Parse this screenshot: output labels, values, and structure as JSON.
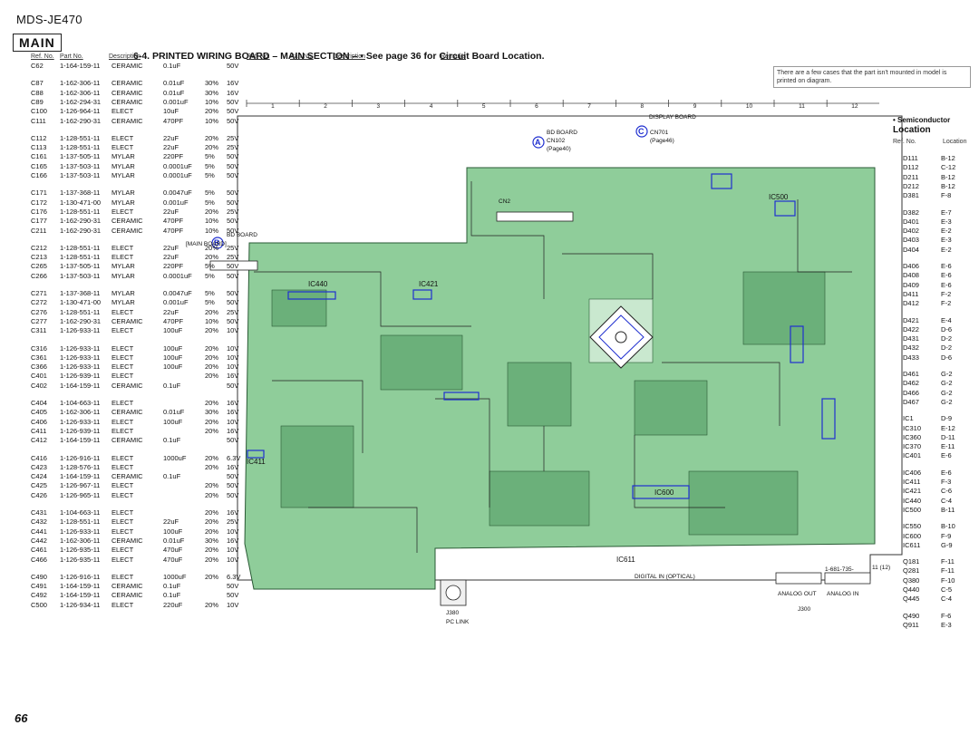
{
  "model": "MDS-JE470",
  "section": "MAIN",
  "heading": "6-4. PRINTED WIRING BOARD – MAIN SECTION –  • See page 36 for Circuit Board Location.",
  "columns": [
    "Ref. No.",
    "Part No.",
    "Description",
    "Ref. No.",
    "Part No.",
    "Description",
    "Remarks"
  ],
  "note": "There are a few cases that the part isn't mounted in model is printed on diagram.",
  "page_number": "66",
  "grid_columns": [
    "1",
    "2",
    "3",
    "4",
    "5",
    "6",
    "7",
    "8",
    "9",
    "10",
    "11",
    "12"
  ],
  "board_labels": {
    "bd_board": "BD BOARD",
    "cn102": "CN102",
    "page40": "(Page40)",
    "display_board": "DISPLAY BOARD",
    "cn701": "CN701",
    "page46": "(Page46)",
    "main_board": "[MAIN BOARD]",
    "bd_board2": "BD BOARD",
    "ic440": "IC440",
    "ic421": "IC421",
    "ic500": "IC500",
    "ic411": "IC411",
    "ic611": "IC611",
    "ic600": "IC600",
    "digital_in": "DIGITAL IN (OPTICAL)",
    "analog_out": "ANALOG OUT",
    "analog_in": "ANALOG IN",
    "pc_link": "PC LINK",
    "j300": "J300",
    "j380": "J380",
    "board_no": "1-681-735-",
    "sheet": "11 (12)",
    "cn2": "CN2"
  },
  "parts": [
    [
      "C62",
      "1-164-159-11",
      "CERAMIC",
      "0.1uF",
      "",
      "50V"
    ],
    [
      "C87",
      "1-162-306-11",
      "CERAMIC",
      "0.01uF",
      "30%",
      "16V"
    ],
    [
      "C88",
      "1-162-306-11",
      "CERAMIC",
      "0.01uF",
      "30%",
      "16V"
    ],
    [
      "C89",
      "1-162-294-31",
      "CERAMIC",
      "0.001uF",
      "10%",
      "50V"
    ],
    [
      "C100",
      "1-126-964-11",
      "ELECT",
      "10uF",
      "20%",
      "50V"
    ],
    [
      "C111",
      "1-162-290-31",
      "CERAMIC",
      "470PF",
      "10%",
      "50V"
    ],
    [
      "C112",
      "1-128-551-11",
      "ELECT",
      "22uF",
      "20%",
      "25V"
    ],
    [
      "C113",
      "1-128-551-11",
      "ELECT",
      "22uF",
      "20%",
      "25V"
    ],
    [
      "C161",
      "1-137-505-11",
      "MYLAR",
      "220PF",
      "5%",
      "50V"
    ],
    [
      "C165",
      "1-137-503-11",
      "MYLAR",
      "0.0001uF",
      "5%",
      "50V"
    ],
    [
      "C166",
      "1-137-503-11",
      "MYLAR",
      "0.0001uF",
      "5%",
      "50V"
    ],
    [
      "C171",
      "1-137-368-11",
      "MYLAR",
      "0.0047uF",
      "5%",
      "50V"
    ],
    [
      "C172",
      "1-130-471-00",
      "MYLAR",
      "0.001uF",
      "5%",
      "50V"
    ],
    [
      "C176",
      "1-128-551-11",
      "ELECT",
      "22uF",
      "20%",
      "25V"
    ],
    [
      "C177",
      "1-162-290-31",
      "CERAMIC",
      "470PF",
      "10%",
      "50V"
    ],
    [
      "C211",
      "1-162-290-31",
      "CERAMIC",
      "470PF",
      "10%",
      "50V"
    ],
    [
      "C212",
      "1-128-551-11",
      "ELECT",
      "22uF",
      "20%",
      "25V"
    ],
    [
      "C213",
      "1-128-551-11",
      "ELECT",
      "22uF",
      "20%",
      "25V"
    ],
    [
      "C265",
      "1-137-505-11",
      "MYLAR",
      "220PF",
      "5%",
      "50V"
    ],
    [
      "C266",
      "1-137-503-11",
      "MYLAR",
      "0.0001uF",
      "5%",
      "50V"
    ],
    [
      "C271",
      "1-137-368-11",
      "MYLAR",
      "0.0047uF",
      "5%",
      "50V"
    ],
    [
      "C272",
      "1-130-471-00",
      "MYLAR",
      "0.001uF",
      "5%",
      "50V"
    ],
    [
      "C276",
      "1-128-551-11",
      "ELECT",
      "22uF",
      "20%",
      "25V"
    ],
    [
      "C277",
      "1-162-290-31",
      "CERAMIC",
      "470PF",
      "10%",
      "50V"
    ],
    [
      "C311",
      "1-126-933-11",
      "ELECT",
      "100uF",
      "20%",
      "10V"
    ],
    [
      "C316",
      "1-126-933-11",
      "ELECT",
      "100uF",
      "20%",
      "10V"
    ],
    [
      "C361",
      "1-126-933-11",
      "ELECT",
      "100uF",
      "20%",
      "10V"
    ],
    [
      "C366",
      "1-126-933-11",
      "ELECT",
      "100uF",
      "20%",
      "10V"
    ],
    [
      "C401",
      "1-126-939-11",
      "ELECT",
      "",
      "20%",
      "16V"
    ],
    [
      "C402",
      "1-164-159-11",
      "CERAMIC",
      "0.1uF",
      "",
      "50V"
    ],
    [
      "C404",
      "1-104-663-11",
      "ELECT",
      "",
      "20%",
      "16V"
    ],
    [
      "C405",
      "1-162-306-11",
      "CERAMIC",
      "0.01uF",
      "30%",
      "16V"
    ],
    [
      "C406",
      "1-126-933-11",
      "ELECT",
      "100uF",
      "20%",
      "10V"
    ],
    [
      "C411",
      "1-126-939-11",
      "ELECT",
      "",
      "20%",
      "16V"
    ],
    [
      "C412",
      "1-164-159-11",
      "CERAMIC",
      "0.1uF",
      "",
      "50V"
    ],
    [
      "C416",
      "1-126-916-11",
      "ELECT",
      "1000uF",
      "20%",
      "6.3V"
    ],
    [
      "C423",
      "1-128-576-11",
      "ELECT",
      "",
      "20%",
      "16V"
    ],
    [
      "C424",
      "1-164-159-11",
      "CERAMIC",
      "0.1uF",
      "",
      "50V"
    ],
    [
      "C425",
      "1-126-967-11",
      "ELECT",
      "",
      "20%",
      "50V"
    ],
    [
      "C426",
      "1-126-965-11",
      "ELECT",
      "",
      "20%",
      "50V"
    ],
    [
      "C431",
      "1-104-663-11",
      "ELECT",
      "",
      "20%",
      "16V"
    ],
    [
      "C432",
      "1-128-551-11",
      "ELECT",
      "22uF",
      "20%",
      "25V"
    ],
    [
      "C441",
      "1-126-933-11",
      "ELECT",
      "100uF",
      "20%",
      "10V"
    ],
    [
      "C442",
      "1-162-306-11",
      "CERAMIC",
      "0.01uF",
      "30%",
      "16V"
    ],
    [
      "C461",
      "1-126-935-11",
      "ELECT",
      "470uF",
      "20%",
      "10V"
    ],
    [
      "C466",
      "1-126-935-11",
      "ELECT",
      "470uF",
      "20%",
      "10V"
    ],
    [
      "C490",
      "1-126-916-11",
      "ELECT",
      "1000uF",
      "20%",
      "6.3V"
    ],
    [
      "C491",
      "1-164-159-11",
      "CERAMIC",
      "0.1uF",
      "",
      "50V"
    ],
    [
      "C492",
      "1-164-159-11",
      "CERAMIC",
      "0.1uF",
      "",
      "50V"
    ],
    [
      "C500",
      "1-126-934-11",
      "ELECT",
      "220uF",
      "20%",
      "10V"
    ]
  ],
  "semiconductor": {
    "title": "• Semiconductor",
    "subtitle": "Location",
    "headers": [
      "Ref. No.",
      "Location"
    ],
    "rows": [
      [
        "D111",
        "B-12"
      ],
      [
        "D112",
        "C-12"
      ],
      [
        "D211",
        "B-12"
      ],
      [
        "D212",
        "B-12"
      ],
      [
        "D381",
        "F-8"
      ],
      [
        "D382",
        "E-7"
      ],
      [
        "D401",
        "E-3"
      ],
      [
        "D402",
        "E-2"
      ],
      [
        "D403",
        "E-3"
      ],
      [
        "D404",
        "E-2"
      ],
      [
        "D406",
        "E-6"
      ],
      [
        "D408",
        "E-6"
      ],
      [
        "D409",
        "E-6"
      ],
      [
        "D411",
        "F-2"
      ],
      [
        "D412",
        "F-2"
      ],
      [
        "D421",
        "E-4"
      ],
      [
        "D422",
        "D-6"
      ],
      [
        "D431",
        "D-2"
      ],
      [
        "D432",
        "D-2"
      ],
      [
        "D433",
        "D-6"
      ],
      [
        "D461",
        "G-2"
      ],
      [
        "D462",
        "G-2"
      ],
      [
        "D466",
        "G-2"
      ],
      [
        "D467",
        "G-2"
      ],
      [
        "IC1",
        "D-9"
      ],
      [
        "IC310",
        "E-12"
      ],
      [
        "IC360",
        "D-11"
      ],
      [
        "IC370",
        "E-11"
      ],
      [
        "IC401",
        "E-6"
      ],
      [
        "IC406",
        "E-6"
      ],
      [
        "IC411",
        "F-3"
      ],
      [
        "IC421",
        "C-6"
      ],
      [
        "IC440",
        "C-4"
      ],
      [
        "IC500",
        "B-11"
      ],
      [
        "IC550",
        "B-10"
      ],
      [
        "IC600",
        "F-9"
      ],
      [
        "IC611",
        "G-9"
      ],
      [
        "Q181",
        "F-11"
      ],
      [
        "Q281",
        "F-11"
      ],
      [
        "Q380",
        "F-10"
      ],
      [
        "Q440",
        "C-5"
      ],
      [
        "Q445",
        "C-4"
      ],
      [
        "Q490",
        "F-6"
      ],
      [
        "Q911",
        "E-3"
      ]
    ]
  },
  "colors": {
    "board": "#8fcd9a",
    "board_dark": "#6bb07a",
    "trace": "#222222",
    "ic_box": "#1f2fd0",
    "background": "#ffffff"
  }
}
